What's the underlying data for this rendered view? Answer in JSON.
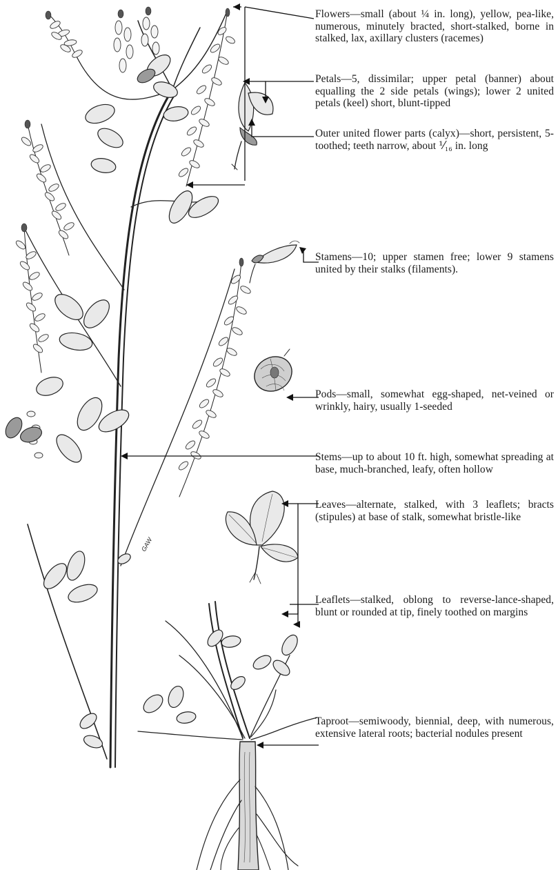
{
  "labels": {
    "flowers": "Flowers—small (about ¼ in. long), yellow, pea-like, numerous, minutely bracted, short-stalked, borne in stalked, lax, axillary clusters (racemes)",
    "petals": "Petals—5, dissimilar; upper petal (banner) about equalling the 2 side petals (wings); lower 2 united petals (keel) short, blunt-tipped",
    "calyx": "Outer united flower parts (calyx)—short, persistent, 5-toothed; teeth narrow, about ⅟₁₆ in. long",
    "stamens": "Stamens—10; upper stamen free; lower 9 stamens united by their stalks (filaments).",
    "pods": "Pods—small, somewhat egg-shaped, net-veined or wrinkly, hairy, usually 1-seeded",
    "stems": "Stems—up to about 10 ft. high, somewhat spreading at base, much-branched, leafy, often hollow",
    "leaves": "Leaves—alternate, stalked, with 3 leaflets; bracts (stipules) at base of stalk, somewhat bristle-like",
    "leaflets": "Leaflets—stalked, oblong to reverse-lance-shaped, blunt or rounded at tip, finely toothed on margins",
    "taproot": "Taproot—semiwoody, biennial, deep, with numerous, extensive lateral roots; bacterial nodules present"
  },
  "signature": "GAW"
}
